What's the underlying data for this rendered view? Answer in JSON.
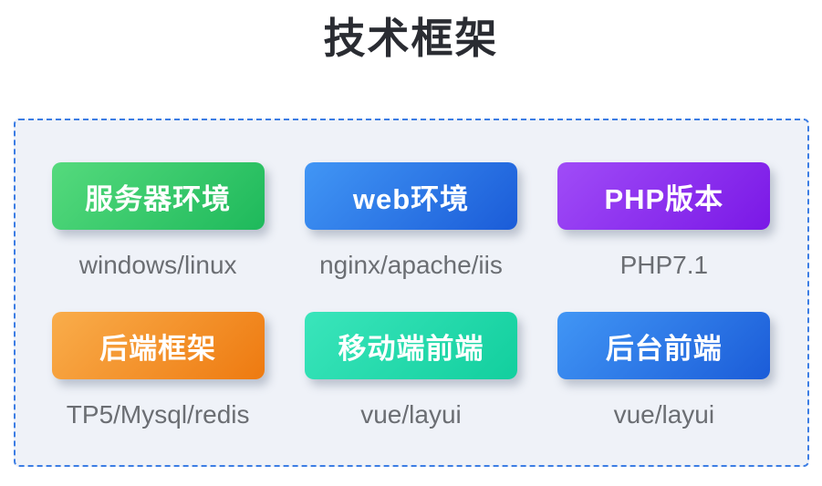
{
  "page": {
    "title": "技术框架"
  },
  "panel": {
    "border_color": "#3c7de4",
    "background": "#eff2f8",
    "text_color": "#6b6e73",
    "cards": [
      {
        "label": "服务器环境",
        "value": "windows/linux",
        "gradient_from": "#55da7d",
        "gradient_to": "#1eb95b"
      },
      {
        "label": "web环境",
        "value": "nginx/apache/iis",
        "gradient_from": "#4196f5",
        "gradient_to": "#1b5cd8"
      },
      {
        "label": "PHP版本",
        "value": "PHP7.1",
        "gradient_from": "#a04cf7",
        "gradient_to": "#7a18e6"
      },
      {
        "label": "后端框架",
        "value": "TP5/Mysql/redis",
        "gradient_from": "#f9ad4b",
        "gradient_to": "#ee7a10"
      },
      {
        "label": "移动端前端",
        "value": "vue/layui",
        "gradient_from": "#3ae5bb",
        "gradient_to": "#12cf9e"
      },
      {
        "label": "后台前端",
        "value": "vue/layui",
        "gradient_from": "#4196f5",
        "gradient_to": "#1b5cd8"
      }
    ]
  }
}
